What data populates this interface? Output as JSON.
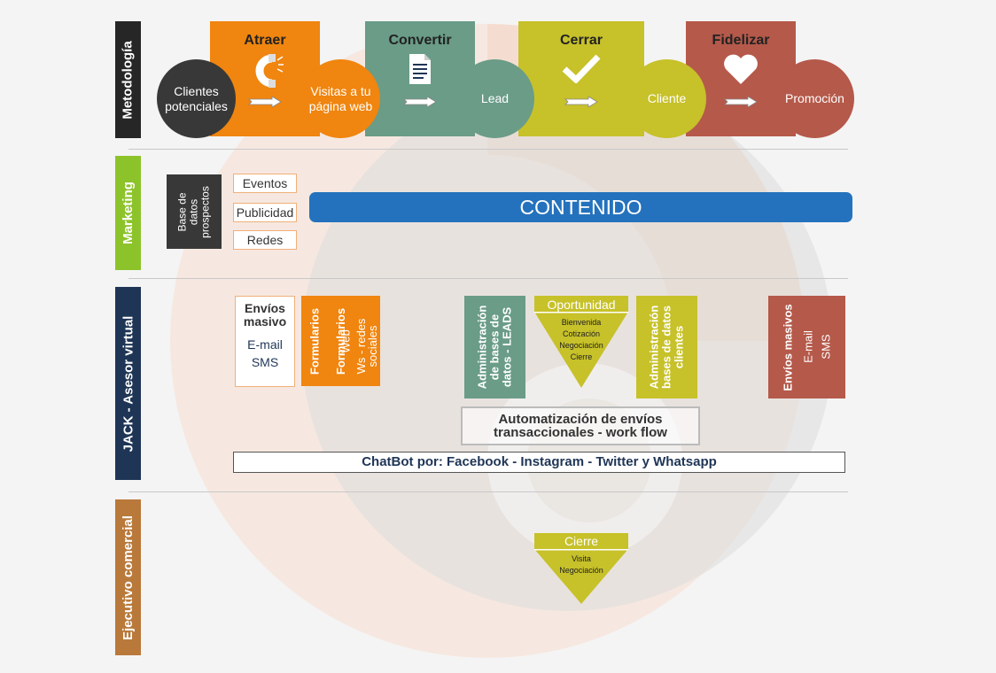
{
  "rows": {
    "metodologia": "Metodología",
    "marketing": "Marketing",
    "jack": "JACK - Asesor virtual",
    "ejecutivo": "Ejecutivo comercial"
  },
  "stages": [
    {
      "title": "Atraer",
      "icon": "magnet-icon"
    },
    {
      "title": "Convertir",
      "icon": "document-icon"
    },
    {
      "title": "Cerrar",
      "icon": "checkmark-icon"
    },
    {
      "title": "Fidelizar",
      "icon": "heart-icon"
    }
  ],
  "circles": [
    "Clientes potenciales",
    "Visitas a tu página web",
    "Lead",
    "Cliente",
    "Promoción"
  ],
  "marketing": {
    "base_datos": "Base de datos prospectos",
    "channels": [
      "Eventos",
      "Publicidad",
      "Redes"
    ],
    "contenido": "CONTENIDO"
  },
  "jack": {
    "envios_title": "Envíos masivo",
    "envios_items": [
      "E-mail",
      "SMS"
    ],
    "formularios_title": "Formularios",
    "formularios_items": [
      "Web",
      "Ws - redes sociales"
    ],
    "admin_leads": "Administración de bases de datos - LEADS",
    "oportunidad_title": "Oportunidad",
    "oportunidad_items": [
      "Bienvenida",
      "Cotización",
      "Negociación",
      "Cierre"
    ],
    "admin_clientes": "Administración bases de datos clientes",
    "envios2_title": "Envíos masivos",
    "envios2_items": [
      "E-mail",
      "SMS"
    ],
    "automatizacion": "Automatización de envíos transaccionales - work flow",
    "chatbot": "ChatBot por: Facebook - Instagram - Twitter y Whatsapp"
  },
  "ejecutivo": {
    "cierre_title": "Cierre",
    "cierre_items": [
      "Visita",
      "Negociación"
    ]
  },
  "colors": {
    "dark": "#383838",
    "orange": "#f0850f",
    "teal": "#6a9c88",
    "olive": "#c7c12a",
    "brick": "#b5594a",
    "blue": "#2472bd",
    "navy": "#1f3556",
    "green": "#8dc32a",
    "brown": "#b9793a"
  }
}
